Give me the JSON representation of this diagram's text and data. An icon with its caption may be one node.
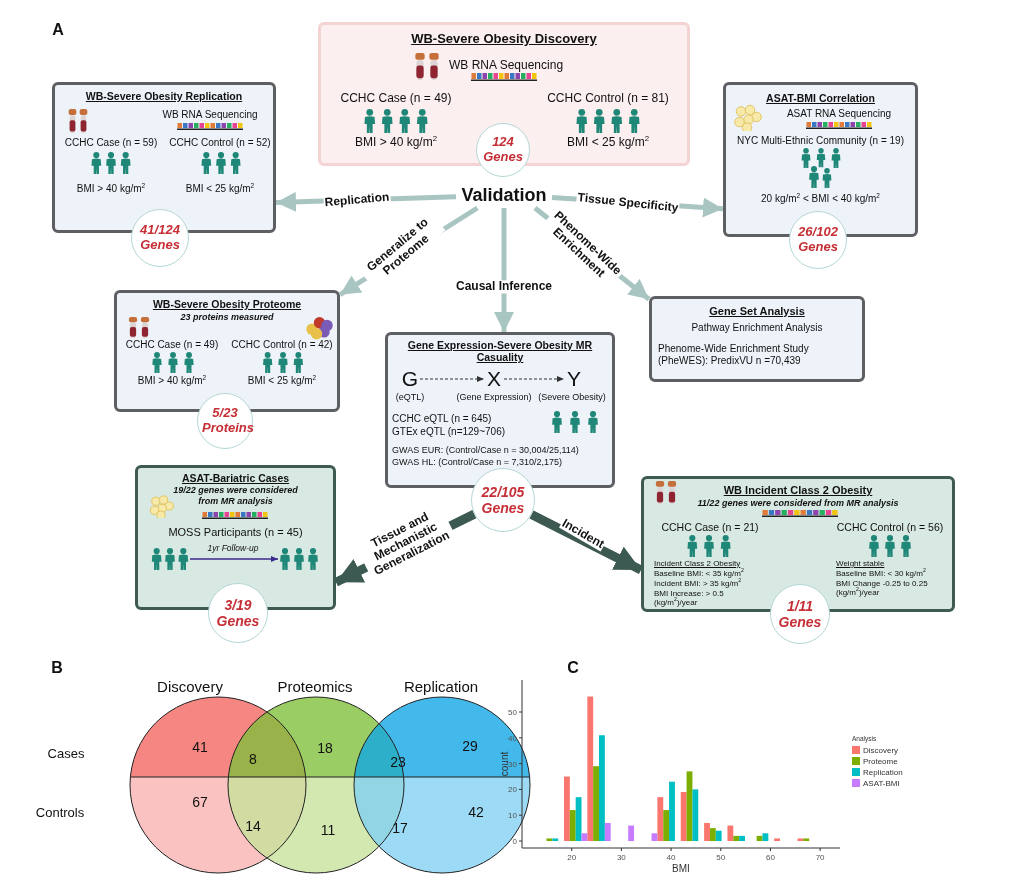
{
  "diagram": {
    "nodes": [
      {
        "text": [
          "WB-Severe Obesity Discovery",
          "WB RNA Sequencing",
          "CCHC Case (n = 49)",
          "BMI > 40 kg/m$^{2}$",
          "CCHC Control (n = 81)",
          "BMI < 25 kg/m$^{2}$"
        ]
      },
      {
        "text": [
          "124 Genes"
        ]
      },
      {
        "text": [
          "Validation"
        ]
      },
      {
        "text": [
          "WB-Severe Obesity Replication",
          "WB RNA Sequencing",
          "CCHC Case (n = 59)",
          "CCHC Control (n = 52)",
          "BMI > 40 kg/m$^{2}$",
          "BMI < 25 kg/m$^{2}$"
        ]
      },
      {
        "text": [
          "41/124 Genes"
        ]
      },
      {
        "text": [
          "ASAT-BMI Correlation",
          "ASAT RNA Sequencing",
          "NYC Multi-Ethnic Community (n = 19)",
          "20 kg/m$^{2}$ < BMI < 40 kg/m$^{2}$"
        ]
      },
      {
        "text": [
          "26/102 Genes"
        ]
      },
      {
        "text": [
          "WB-Severe Obesity Proteome",
          "23 proteins measured",
          "CCHC Case (n = 49)",
          "CCHC Control (n = 42)",
          "BMI > 40 kg/m$^{2}$",
          "BMI < 25 kg/m$^{2}$"
        ]
      },
      {
        "text": [
          "5/23 Proteins"
        ]
      },
      {
        "text": [
          "Gene Expression-Severe Obesity MR Casuality",
          "CCHC eQTL (n = 645)",
          "GTEx eQTL (n=129~706)",
          "GWAS EUR: (Control/Case n = 30,004/25,114)",
          "GWAS HL: (Control/Case n = 7,310/2,175)"
        ]
      },
      {
        "text": [
          "G"
        ],
        "beside": [
          "(eQTL)"
        ],
        "in": 9
      },
      {
        "text": [
          "X"
        ],
        "beside": [
          "(Gene Expression)"
        ],
        "in": 9
      },
      {
        "text": [
          "Y"
        ],
        "beside": [
          "(Severe Obesity)"
        ],
        "in": 9
      },
      {
        "text": [
          "22/105 Genes"
        ]
      },
      {
        "text": [
          "Gene Set Analysis",
          "Pathway Enrichment Analysis",
          "Phenome-Wide Enrichment Study (PheWES): PredixVU n =70,439"
        ]
      },
      {
        "text": [
          "ASAT-Bariatric Cases",
          "19/22 genes were considered from MR analysis",
          "MOSS Participants (n = 45)"
        ]
      },
      {
        "text": [],
        "shape": "person",
        "in": 15
      },
      {
        "text": [],
        "shape": "person",
        "in": 15
      },
      {
        "text": [
          "3/19 Genes"
        ]
      },
      {
        "text": [
          "WB Incident Class 2 Obesity",
          "11/22 genes were considered from MR analysis",
          "CCHC Case (n = 21)",
          "CCHC Control (n = 56)",
          "Incident Class 2 Obesity",
          "Baseline BMI: < 35 kg/m$^{2}$",
          "Incident BMI: > 35 kg/m$^{2}$",
          "BMI Increase: > 0.5 (kg/m$^{2}$)/year",
          "Weight stable",
          "Baseline BMI: < 30 kg/m$^{2}$",
          "BMI Change -0.25 to 0.25 (kg/m$^{2}$)/year"
        ]
      },
      {
        "text": [
          "1/11 Genes"
        ]
      }
    ],
    "edges": [
      {
        "from": 2,
        "to": 3,
        "arrow": "to",
        "label": "Replication"
      },
      {
        "from": 2,
        "to": 5,
        "arrow": "to",
        "label": "Tissue Specificity"
      },
      {
        "from": 2,
        "to": 7,
        "arrow": "to",
        "label": "Generalize to Proteome"
      },
      {
        "from": 2,
        "to": 9,
        "arrow": "to",
        "label": "Causal Inference"
      },
      {
        "from": 2,
        "to": 14,
        "arrow": "to",
        "label": "Phenome-Wide Enrichment"
      },
      {
        "from": 13,
        "to": 15,
        "arrow": "to",
        "label": "Tissue and Mechanistic Generalization",
        "style": "thick",
        "color": "#3d5a52"
      },
      {
        "from": 13,
        "to": 19,
        "arrow": "to",
        "label": "Incident",
        "style": "thick",
        "color": "#3d5a52"
      },
      {
        "from": 10,
        "to": 11,
        "arrow": "to",
        "style": "dashed",
        "color": "#333333"
      },
      {
        "from": 11,
        "to": 12,
        "arrow": "to",
        "style": "dashed",
        "color": "#333333"
      },
      {
        "from": 16,
        "to": 17,
        "arrow": "to",
        "label": "1yr Follow-up",
        "color": "#3b2a8c"
      }
    ],
    "labels": [
      "A",
      "B",
      "Discovery",
      "Proteomics",
      "Replication",
      "Cases",
      "41",
      "8",
      "18",
      "23",
      "29",
      "Controls",
      "67",
      "14",
      "11",
      "17",
      "42",
      "C"
    ],
    "chart_data": {
      "type": "bar",
      "xlabel": "BMI",
      "ylabel": "count",
      "x": [
        16.1,
        20.8,
        25.5,
        30.2,
        34.9,
        39.6,
        44.3,
        49,
        53.7,
        58.4,
        63.1,
        67.8
      ],
      "series": [
        {
          "name": "Discovery",
          "color": "#f8766d",
          "values": [
            null,
            25,
            56,
            null,
            null,
            17,
            19,
            7,
            6,
            null,
            1,
            1
          ]
        },
        {
          "name": "Proteome",
          "color": "#7cae00",
          "values": [
            1,
            12,
            29,
            null,
            null,
            12,
            27,
            5,
            2,
            2,
            null,
            1
          ]
        },
        {
          "name": "Replication",
          "color": "#00bfc4",
          "values": [
            1,
            17,
            41,
            null,
            null,
            23,
            20,
            4,
            2,
            3,
            null,
            null
          ]
        },
        {
          "name": "ASAT-BMI",
          "color": "#c77cff",
          "values": [
            null,
            3,
            7,
            6,
            3,
            null,
            null,
            null,
            null,
            null,
            null,
            null
          ]
        }
      ],
      "xticks": [
        20,
        30,
        40,
        50,
        60,
        70
      ],
      "yticks": [
        0,
        10,
        20,
        30,
        40,
        50
      ],
      "xlim": [
        10,
        74
      ],
      "ylim": [
        -2.7,
        62.4
      ],
      "legend": {
        "title": "Analysis"
      }
    }
  }
}
